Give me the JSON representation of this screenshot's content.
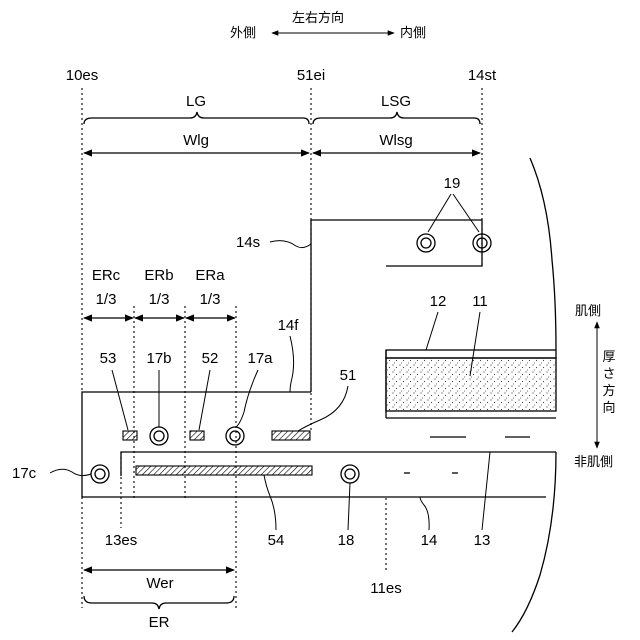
{
  "direction": {
    "lr_title": "左右方向",
    "outer": "外側",
    "inner": "内側",
    "skin_side": "肌側",
    "thickness_dir": [
      "厚",
      "さ",
      "方",
      "向"
    ],
    "non_skin_side": "非肌側"
  },
  "top_refs": {
    "left": "10es",
    "mid": "51ei",
    "right": "14st"
  },
  "dims": {
    "lg": "LG",
    "wlg": "Wlg",
    "lsg": "LSG",
    "wlsg": "Wlsg",
    "erc": "ERc",
    "erb": "ERb",
    "era": "ERa",
    "third": "1/3",
    "wer": "Wer",
    "er": "ER"
  },
  "parts": {
    "p19": "19",
    "p14s": "14s",
    "p12": "12",
    "p11": "11",
    "p14f": "14f",
    "p53": "53",
    "p17b": "17b",
    "p52": "52",
    "p17a": "17a",
    "p51": "51",
    "p17c": "17c",
    "p13es": "13es",
    "p54": "54",
    "p18": "18",
    "p14": "14",
    "p13": "13",
    "p11es": "11es"
  },
  "colors": {
    "ink": "#000000",
    "stipple": "#444444"
  }
}
